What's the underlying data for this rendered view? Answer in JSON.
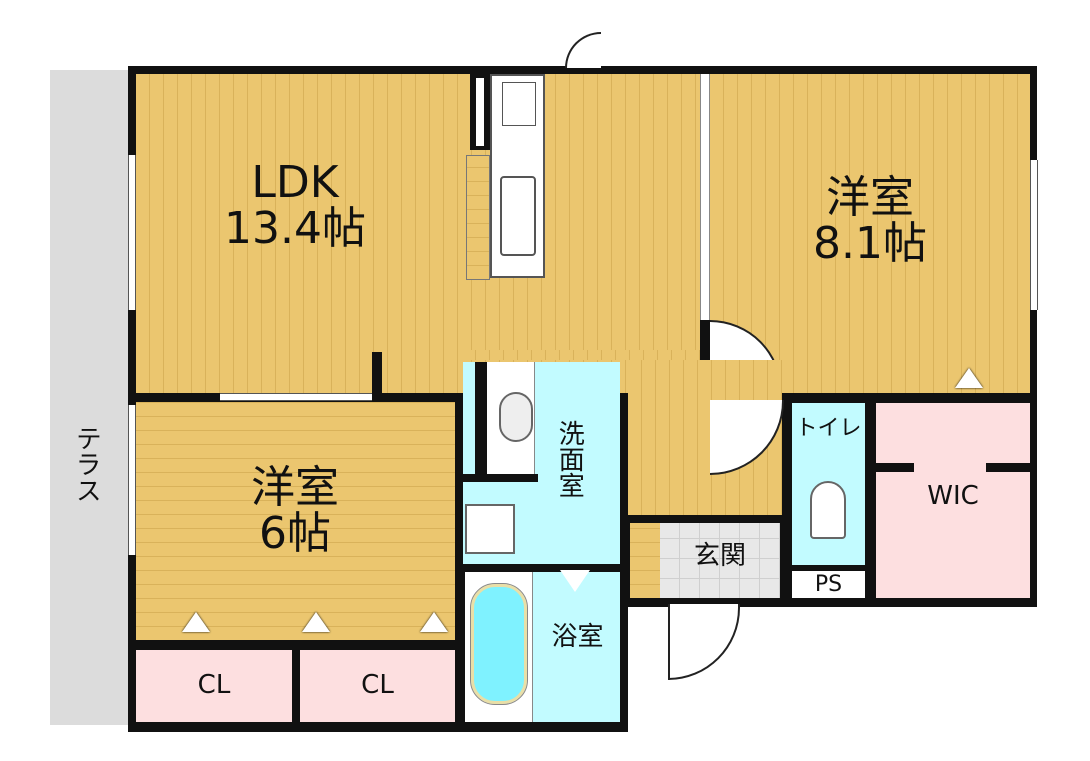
{
  "rooms": {
    "ldk": {
      "name": "LDK",
      "size": "13.4帖"
    },
    "western_room_1": {
      "name": "洋室",
      "size": "8.1帖"
    },
    "western_room_2": {
      "name": "洋室",
      "size": "6帖"
    },
    "closet_1": "CL",
    "closet_2": "CL",
    "washroom": "洗面室",
    "bathroom": "浴室",
    "entrance": "玄関",
    "toilet": "トイレ",
    "pipe_space": "PS",
    "walk_in_closet": "WIC",
    "terrace": "テラス"
  },
  "colors": {
    "floor": "#ebc66f",
    "wet_area": "#c2fbff",
    "storage": "#fddfe0",
    "terrace": "#dcdcdc"
  }
}
